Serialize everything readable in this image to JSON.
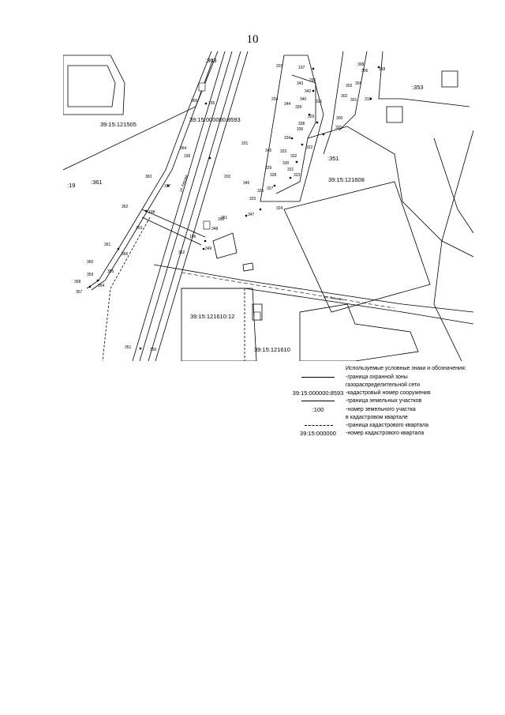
{
  "page_number": "10",
  "map": {
    "quarters": [
      ":363",
      ":353",
      ":351",
      ":19",
      ":361"
    ],
    "cadastral_quarter_labels": [
      "39:15:121505",
      "39:15:121608",
      "39:15:121610:12",
      "39:15:121610"
    ],
    "structure_label": "39:15:000000:8593",
    "streets": [
      "ул. Кирова",
      "ул. Зеленая"
    ],
    "points": [
      "365",
      "195",
      "364",
      "196",
      "363",
      "197",
      "362",
      "198",
      "353",
      "199",
      "352",
      "348",
      "351",
      "366",
      "355",
      "360",
      "359",
      "358",
      "354",
      "357",
      "351",
      "350",
      "203",
      "197",
      "343",
      "344",
      "341",
      "342",
      "340",
      "339",
      "338",
      "337",
      "336",
      "335",
      "334",
      "333",
      "332",
      "331",
      "330",
      "329",
      "328",
      "327",
      "326",
      "325",
      "324",
      "323",
      "322",
      "321",
      "320",
      "318",
      "319",
      "306",
      "305",
      "304",
      "303",
      "302",
      "301",
      "300",
      "299",
      "298",
      "297",
      "296",
      "295",
      "294",
      "346",
      "347",
      "345",
      "201",
      "202",
      "200"
    ]
  },
  "legend": {
    "title": "Используемые условные знаки и обозначения:",
    "items": [
      {
        "symbol": "",
        "desc": "-граница охранной зоны"
      },
      {
        "symbol": "",
        "desc": "газораспределительной сети"
      },
      {
        "symbol": "39:15:000000:8593",
        "desc": "-кадастровый номер сооружения"
      },
      {
        "symbol": "",
        "desc": "-граница земельных участков"
      },
      {
        "symbol": ":100",
        "desc": "-номер земельного участка"
      },
      {
        "symbol": "",
        "desc": "в кадастровом квартале"
      },
      {
        "symbol": "",
        "desc": "-граница кадастрового квартала"
      },
      {
        "symbol": "39:15:000000",
        "desc": "-номер кадастрового квартала"
      }
    ]
  }
}
